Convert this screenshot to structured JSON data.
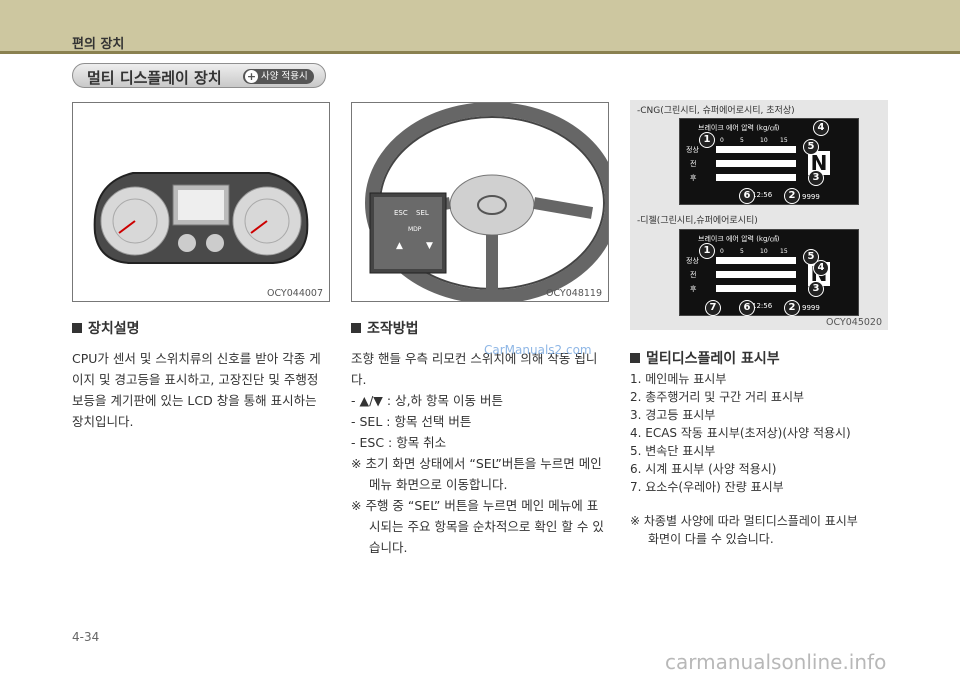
{
  "header": {
    "section": "편의 장치"
  },
  "title": {
    "text": "멀티 디스플레이 장치",
    "badge": "사양 적용시"
  },
  "figures": {
    "cluster_code": "OCY044007",
    "wheel_code": "OCY048119",
    "display_code": "OCY045020",
    "cng_caption": "-CNG(그린시티, 슈퍼에어로시티, 초저상)",
    "diesel_caption": "-디젤(그린시티,슈퍼에어로시티)",
    "screen_title": "브레이크 에어 압력 (kg/㎠)",
    "screen_rows": [
      "정상",
      "전",
      "후"
    ],
    "screen_scale": [
      "0",
      "5",
      "10",
      "15"
    ],
    "screen_gear": "N",
    "screen_time": "12:56",
    "screen_odo": "9999",
    "wheel_buttons": [
      "ESC",
      "SEL",
      "MDP"
    ],
    "callouts": [
      "1",
      "2",
      "3",
      "4",
      "5",
      "6",
      "7"
    ]
  },
  "col1": {
    "heading": "장치설명",
    "lines": [
      "CPU가 센서 및 스위치류의 신호를 받아 각종 게",
      "이지 및 경고등을 표시하고, 고장진단 및 주행정",
      "보등을 계기판에 있는 LCD 창을 통해 표시하는",
      "장치입니다."
    ]
  },
  "col2": {
    "heading": "조작방법",
    "intro": [
      "조향 핸들 우측 리모컨 스위치에 의해 작동 됩니",
      "다."
    ],
    "items": [
      "-  ▲/▼ : 상,하 항목 이동 버튼",
      "-  SEL : 항목 선택 버튼",
      "-  ESC : 항목 취소"
    ],
    "notes": [
      [
        "※  초기 화면 상태에서 “SEL”버튼을 누르면 메인",
        "메뉴 화면으로 이동합니다."
      ],
      [
        "※  주행 중 “SEL” 버튼을 누르면 메인 메뉴에 표",
        "시되는 주요 항목을 순차적으로 확인 할 수 있",
        "습니다."
      ]
    ]
  },
  "col3": {
    "heading": "멀티디스플레이 표시부",
    "items": [
      "1. 메인메뉴 표시부",
      "2. 총주행거리 및 구간 거리 표시부",
      "3. 경고등 표시부",
      "4. ECAS 작동 표시부(초저상)(사양 적용시)",
      "5. 변속단 표시부",
      "6. 시계 표시부 (사양 적용시)",
      "7. 요소수(우레아) 잔량 표시부"
    ],
    "note": [
      "※  차종별 사양에 따라 멀티디스플레이 표시부",
      "화면이 다를 수 있습니다."
    ]
  },
  "footer": {
    "page": "4-34",
    "watermark": "carmanualsonline.info",
    "overlay": "CarManuals2.com"
  }
}
